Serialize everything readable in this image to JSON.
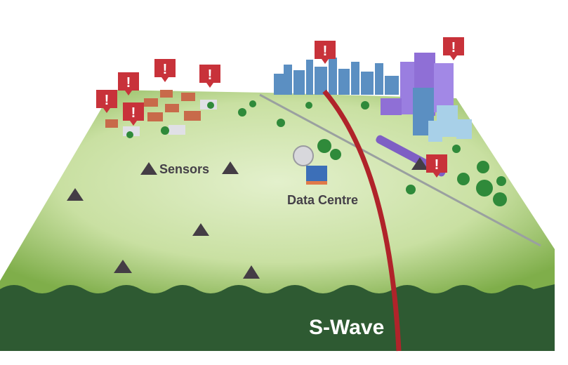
{
  "labels": {
    "sensors": "Sensors",
    "data_centre": "Data Centre",
    "s_wave": "S-Wave",
    "alert_glyph": "!"
  },
  "colors": {
    "ground_light": "#dbeac0",
    "ground_edge": "#7fae4a",
    "front_face": "#2e5a32",
    "wave": "#b0232a",
    "alert": "#c8323a",
    "sensor": "#443d45",
    "city": "#5b8fc2",
    "towers": "#8f6fd6"
  }
}
